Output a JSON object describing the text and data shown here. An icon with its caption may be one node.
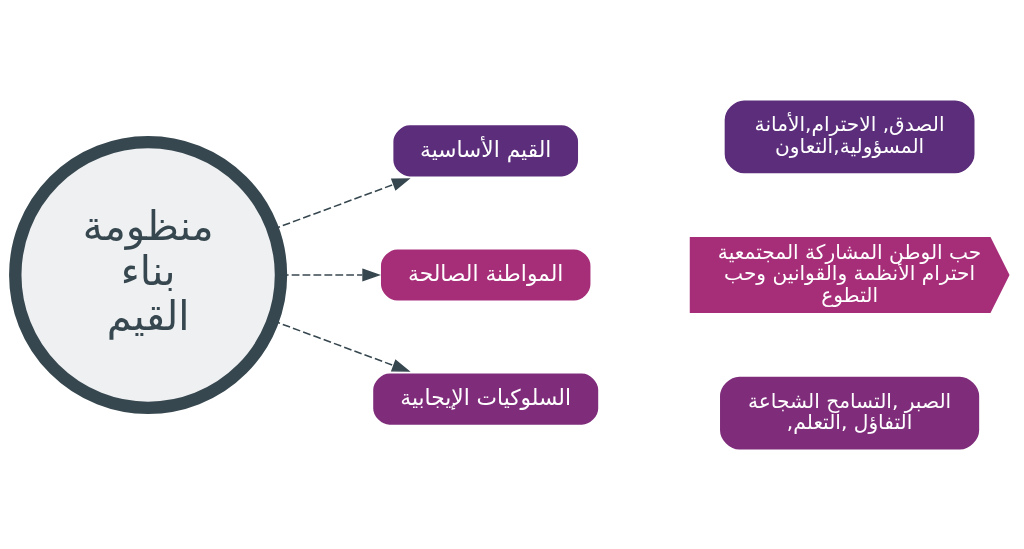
{
  "diagram": {
    "nodes": [
      {
        "text": [
          "منظومة بناء القيم"
        ]
      },
      {
        "text": [
          "القيم الأساسية"
        ]
      },
      {
        "text": [
          "الصدق, الاحترام,الأمانة المسؤولية,التعاون"
        ]
      },
      {
        "text": [
          "المواطنة الصالحة"
        ]
      },
      {
        "text": [
          "حب الوطن المشاركة المجتمعية احترام الأنظمة والقوانين وحب التطوع"
        ]
      },
      {
        "text": [
          "السلوكيات الإيجابية"
        ]
      },
      {
        "text": [
          "الصبر ,التسامح الشجاعة ,التفاؤل ,التعلم"
        ]
      }
    ],
    "edges": [
      {
        "from": 0,
        "to": 1,
        "arrow": "to",
        "style": "dashed"
      },
      {
        "from": 0,
        "to": 3,
        "arrow": "to",
        "style": "dashed"
      },
      {
        "from": 0,
        "to": 5,
        "arrow": "to",
        "style": "dashed"
      }
    ]
  }
}
